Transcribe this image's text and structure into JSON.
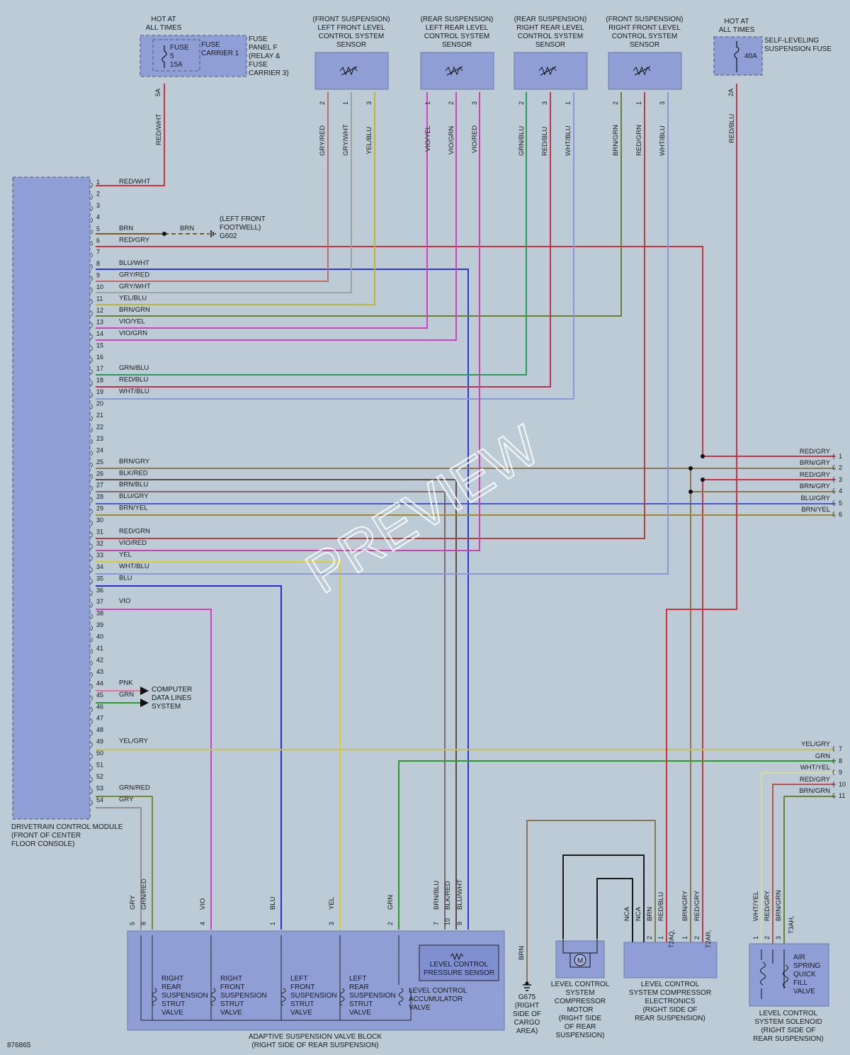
{
  "diagram_id": "876865",
  "fuse_left": {
    "top": [
      "HOT AT",
      "ALL TIMES"
    ],
    "fuse": [
      "FUSE",
      "5",
      "15A"
    ],
    "carrier": [
      "FUSE",
      "CARRIER 1"
    ],
    "panel": [
      "FUSE",
      "PANEL F",
      "(RELAY &",
      "FUSE",
      "CARRIER 3)"
    ],
    "pin": "5A",
    "wire": "RED/WHT"
  },
  "fuse_right": {
    "top": [
      "HOT AT",
      "ALL TIMES"
    ],
    "fuse": "40A",
    "label": [
      "SELF-LEVELING",
      "SUSPENSION FUSE"
    ],
    "pin": "2A",
    "wire": "RED/BLU"
  },
  "sensors": [
    {
      "title": [
        "(FRONT SUSPENSION)",
        "LEFT FRONT LEVEL",
        "CONTROL SYSTEM",
        "SENSOR"
      ],
      "pins": [
        "2",
        "1",
        "3"
      ],
      "wires": [
        "GRY/RED",
        "GRY/WHT",
        "YEL/BLU"
      ]
    },
    {
      "title": [
        "(REAR SUSPENSION)",
        "LEFT REAR LEVEL",
        "CONTROL SYSTEM",
        "SENSOR"
      ],
      "pins": [
        "1",
        "2",
        "3"
      ],
      "wires": [
        "VIO/YEL",
        "VIO/GRN",
        "VIO/RED"
      ]
    },
    {
      "title": [
        "(REAR SUSPENSION)",
        "RIGHT REAR LEVEL",
        "CONTROL SYSTEM",
        "SENSOR"
      ],
      "pins": [
        "2",
        "3",
        "1"
      ],
      "wires": [
        "GRN/BLU",
        "RED/BLU",
        "WHT/BLU"
      ]
    },
    {
      "title": [
        "(FRONT SUSPENSION)",
        "RIGHT FRONT LEVEL",
        "CONTROL SYSTEM",
        "SENSOR"
      ],
      "pins": [
        "2",
        "1",
        "3"
      ],
      "wires": [
        "BRN/GRN",
        "RED/GRN",
        "WHT/BLU"
      ]
    }
  ],
  "module": {
    "label": [
      "DRIVETRAIN CONTROL MODULE",
      "(FRONT OF CENTER",
      "FLOOR CONSOLE)"
    ]
  },
  "module_wires": [
    {
      "pin": "1",
      "wire": "RED/WHT",
      "color": "#d03040"
    },
    {
      "pin": "5",
      "wire": "BRN",
      "color": "#7a5a2a"
    },
    {
      "pin": "6",
      "wire": "RED/GRY",
      "color": "#d03040"
    },
    {
      "pin": "8",
      "wire": "BLU/WHT",
      "color": "#6a6a90"
    },
    {
      "pin": "9",
      "wire": "GRY/RED",
      "color": "#2a3ad0"
    },
    {
      "pin": "10",
      "wire": "GRY/WHT",
      "color": "#a0a0a0"
    },
    {
      "pin": "11",
      "wire": "YEL/BLU",
      "color": "#b8b832"
    },
    {
      "pin": "12",
      "wire": "BRN/GRN",
      "color": "#6a8030"
    },
    {
      "pin": "13",
      "wire": "VIO/YEL",
      "color": "#d040c0"
    },
    {
      "pin": "14",
      "wire": "VIO/GRN",
      "color": "#d040c0"
    },
    {
      "pin": "17",
      "wire": "GRN/BLU",
      "color": "#2a9a5a"
    },
    {
      "pin": "18",
      "wire": "RED/BLU",
      "color": "#c03050"
    },
    {
      "pin": "19",
      "wire": "WHT/BLU",
      "color": "#8a98d8"
    },
    {
      "pin": "25",
      "wire": "BRN/GRY",
      "color": "#8a7850"
    },
    {
      "pin": "26",
      "wire": "BLK/RED",
      "color": "#5a4a4a"
    },
    {
      "pin": "27",
      "wire": "BRN/BLU",
      "color": "#7a6a70"
    },
    {
      "pin": "28",
      "wire": "BLU/GRY",
      "color": "#4a58c8"
    },
    {
      "pin": "29",
      "wire": "BRN/YEL",
      "color": "#a08a30"
    },
    {
      "pin": "31",
      "wire": "RED/GRN",
      "color": "#b04040"
    },
    {
      "pin": "32",
      "wire": "VIO/RED",
      "color": "#d040b0"
    },
    {
      "pin": "33",
      "wire": "YEL",
      "color": "#d8d030"
    },
    {
      "pin": "34",
      "wire": "WHT/BLU",
      "color": "#8a98d8"
    },
    {
      "pin": "35",
      "wire": "BLU",
      "color": "#2a2ad0"
    },
    {
      "pin": "37",
      "wire": "VIO",
      "color": "#d040c0"
    },
    {
      "pin": "44",
      "wire": "PNK",
      "color": "#e070a0"
    },
    {
      "pin": "45",
      "wire": "GRN",
      "color": "#2a9a2a"
    },
    {
      "pin": "49",
      "wire": "YEL/GRY",
      "color": "#c8c060"
    },
    {
      "pin": "53",
      "wire": "GRN/RED",
      "color": "#7a8a30"
    },
    {
      "pin": "54",
      "wire": "GRY",
      "color": "#909090"
    }
  ],
  "ground_g602": {
    "wire": "BRN",
    "label": [
      "(LEFT FRONT",
      "FOOTWELL)",
      "G602"
    ]
  },
  "data_lines": [
    "COMPUTER",
    "DATA LINES",
    "SYSTEM"
  ],
  "right_connectors": [
    {
      "wire": "RED/GRY",
      "pin": "1"
    },
    {
      "wire": "BRN/GRY",
      "pin": "2"
    },
    {
      "wire": "RED/GRY",
      "pin": "3"
    },
    {
      "wire": "BRN/GRY",
      "pin": "4"
    },
    {
      "wire": "BLU/GRY",
      "pin": "5"
    },
    {
      "wire": "BRN/YEL",
      "pin": "6"
    },
    {
      "wire": "YEL/GRY",
      "pin": "7"
    },
    {
      "wire": "GRN",
      "pin": "8"
    },
    {
      "wire": "WHT/YEL",
      "pin": "9"
    },
    {
      "wire": "RED/GRY",
      "pin": "10"
    },
    {
      "wire": "BRN/GRN",
      "pin": "11"
    }
  ],
  "valve_block": {
    "label": [
      "ADAPTIVE SUSPENSION VALVE BLOCK",
      "(RIGHT SIDE OF REAR SUSPENSION)"
    ],
    "pins": [
      {
        "pin": "5",
        "wire": "GRY"
      },
      {
        "pin": "8",
        "wire": "GRN/RED"
      },
      {
        "pin": "4",
        "wire": "VIO"
      },
      {
        "pin": "1",
        "wire": "BLU"
      },
      {
        "pin": "3",
        "wire": "YEL"
      },
      {
        "pin": "2",
        "wire": "GRN"
      },
      {
        "pin": "7",
        "wire": "BRN/BLU"
      },
      {
        "pin": "10",
        "wire": "BLK/RED"
      },
      {
        "pin": "9",
        "wire": "BLU/WHT"
      }
    ],
    "valves": [
      [
        "RIGHT",
        "REAR",
        "SUSPENSION",
        "STRUT",
        "VALVE"
      ],
      [
        "RIGHT",
        "FRONT",
        "SUSPENSION",
        "STRUT",
        "VALVE"
      ],
      [
        "LEFT",
        "FRONT",
        "SUSPENSION",
        "STRUT",
        "VALVE"
      ],
      [
        "LEFT",
        "REAR",
        "SUSPENSION",
        "STRUT",
        "VALVE"
      ],
      [
        "LEVEL CONTROL",
        "ACCUMULATOR",
        "VALVE"
      ]
    ],
    "pressure_sensor": [
      "LEVEL CONTROL",
      "PRESSURE SENSOR"
    ]
  },
  "ground_g675": {
    "wire": "BRN",
    "label": [
      "G675",
      "(RIGHT",
      "SIDE OF",
      "CARGO",
      "AREA)"
    ]
  },
  "motor": {
    "label": [
      "LEVEL CONTROL",
      "SYSTEM",
      "COMPRESSOR",
      "MOTOR",
      "(RIGHT SIDE",
      "OF REAR",
      "SUSPENSION)"
    ],
    "symbol": "M"
  },
  "electronics": {
    "label": [
      "LEVEL CONTROL",
      "SYSTEM COMPRESSOR",
      "ELECTRONICS",
      "(RIGHT SIDE OF",
      "REAR SUSPENSION)"
    ],
    "wires": [
      "NCA",
      "NCA",
      "BRN",
      "RED/BLU",
      "BRN/GRY",
      "RED/GRY"
    ],
    "pins": [
      "2",
      "1",
      "1",
      "2"
    ],
    "connectors": [
      "T2AQ,",
      "T2AR,"
    ]
  },
  "solenoid": {
    "label": [
      "LEVEL CONTROL",
      "SYSTEM SOLENOID",
      "(RIGHT SIDE OF",
      "REAR SUSPENSION)"
    ],
    "wires": [
      "WHT/YEL",
      "RED/GRY",
      "BRN/GRN"
    ],
    "pins": [
      "1",
      "2",
      "3"
    ],
    "connector": "T3AH,",
    "valve": [
      "AIR",
      "SPRING",
      "QUICK",
      "FILL",
      "VALVE"
    ]
  },
  "watermark": "PREVIEW"
}
